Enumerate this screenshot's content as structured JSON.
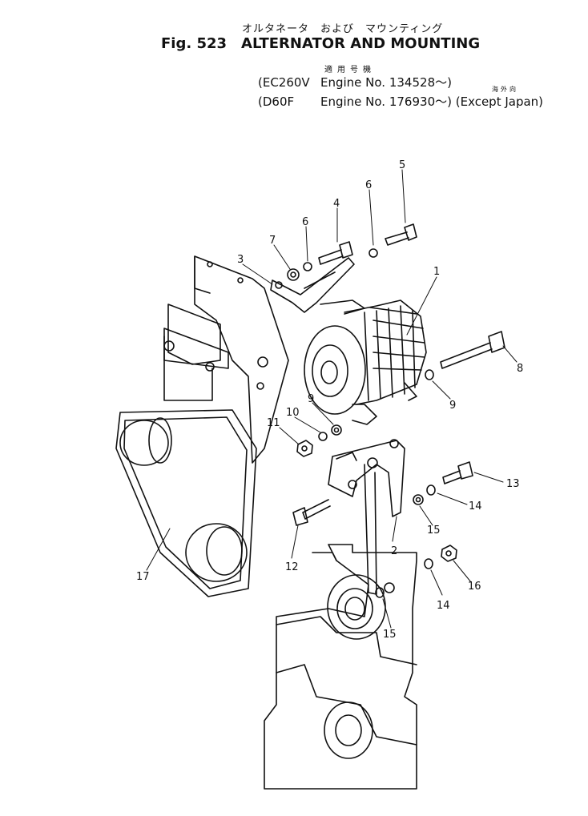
{
  "header": {
    "jp_title": "オルタネータ　および　マウンティング",
    "fig_number": "Fig. 523",
    "fig_title": "ALTERNATOR AND MOUNTING",
    "applicable_jp": "適用号機",
    "overseas_jp": "海外向",
    "engines": [
      {
        "model": "(EC260V",
        "engine_no": "Engine No. 134528～)",
        "note": ""
      },
      {
        "model": "(D60F",
        "engine_no": "Engine No. 176930～)",
        "note": "(Except Japan)"
      }
    ]
  },
  "callouts": [
    "1",
    "2",
    "3",
    "4",
    "5",
    "6",
    "6",
    "7",
    "8",
    "9",
    "9",
    "10",
    "11",
    "12",
    "13",
    "14",
    "14",
    "15",
    "15",
    "16",
    "17"
  ]
}
